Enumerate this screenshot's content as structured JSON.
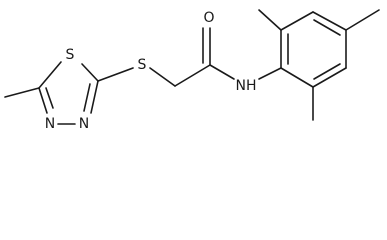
{
  "molecule": {
    "atoms": {
      "sulfur_ring": "S",
      "sulfur_thioether": "S",
      "oxygen": "O",
      "nitrogen_amide": "NH",
      "nitrogen_ring_1": "N",
      "nitrogen_ring_2": "N"
    }
  }
}
